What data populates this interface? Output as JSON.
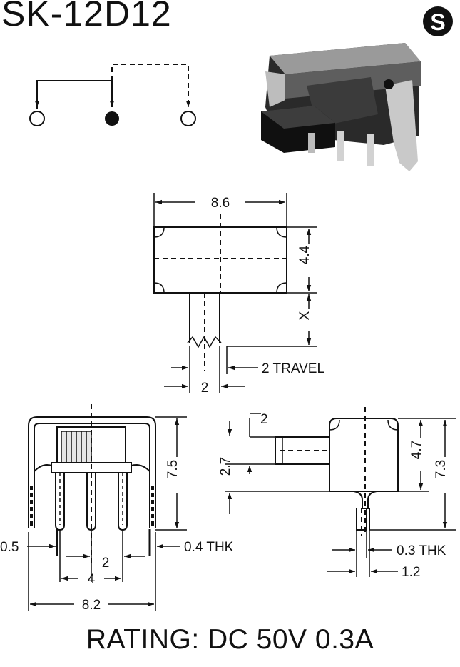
{
  "header": {
    "model": "SK-12D12",
    "logo_letter": "S"
  },
  "top_view": {
    "width_label": "8.6",
    "height_label": "4.4",
    "stem_label": "X",
    "travel_label": "2 TRAVEL",
    "stem_width_label": "2"
  },
  "front_view": {
    "height_label": "7.5",
    "pin_offset_label": "0.5",
    "thickness_label": "0.4 THK",
    "pitch_label": "2",
    "pin_span_label": "4",
    "width_label": "8.2"
  },
  "side_view": {
    "actuator_label": "2",
    "actuator_height_label": "2.7",
    "body_height_label": "4.7",
    "total_height_label": "7.3",
    "thickness_label": "0.3 THK",
    "pin_label": "1.2"
  },
  "footer": {
    "rating": "RATING: DC 50V 0.3A"
  },
  "colors": {
    "ink": "#111111",
    "background": "#ffffff"
  }
}
